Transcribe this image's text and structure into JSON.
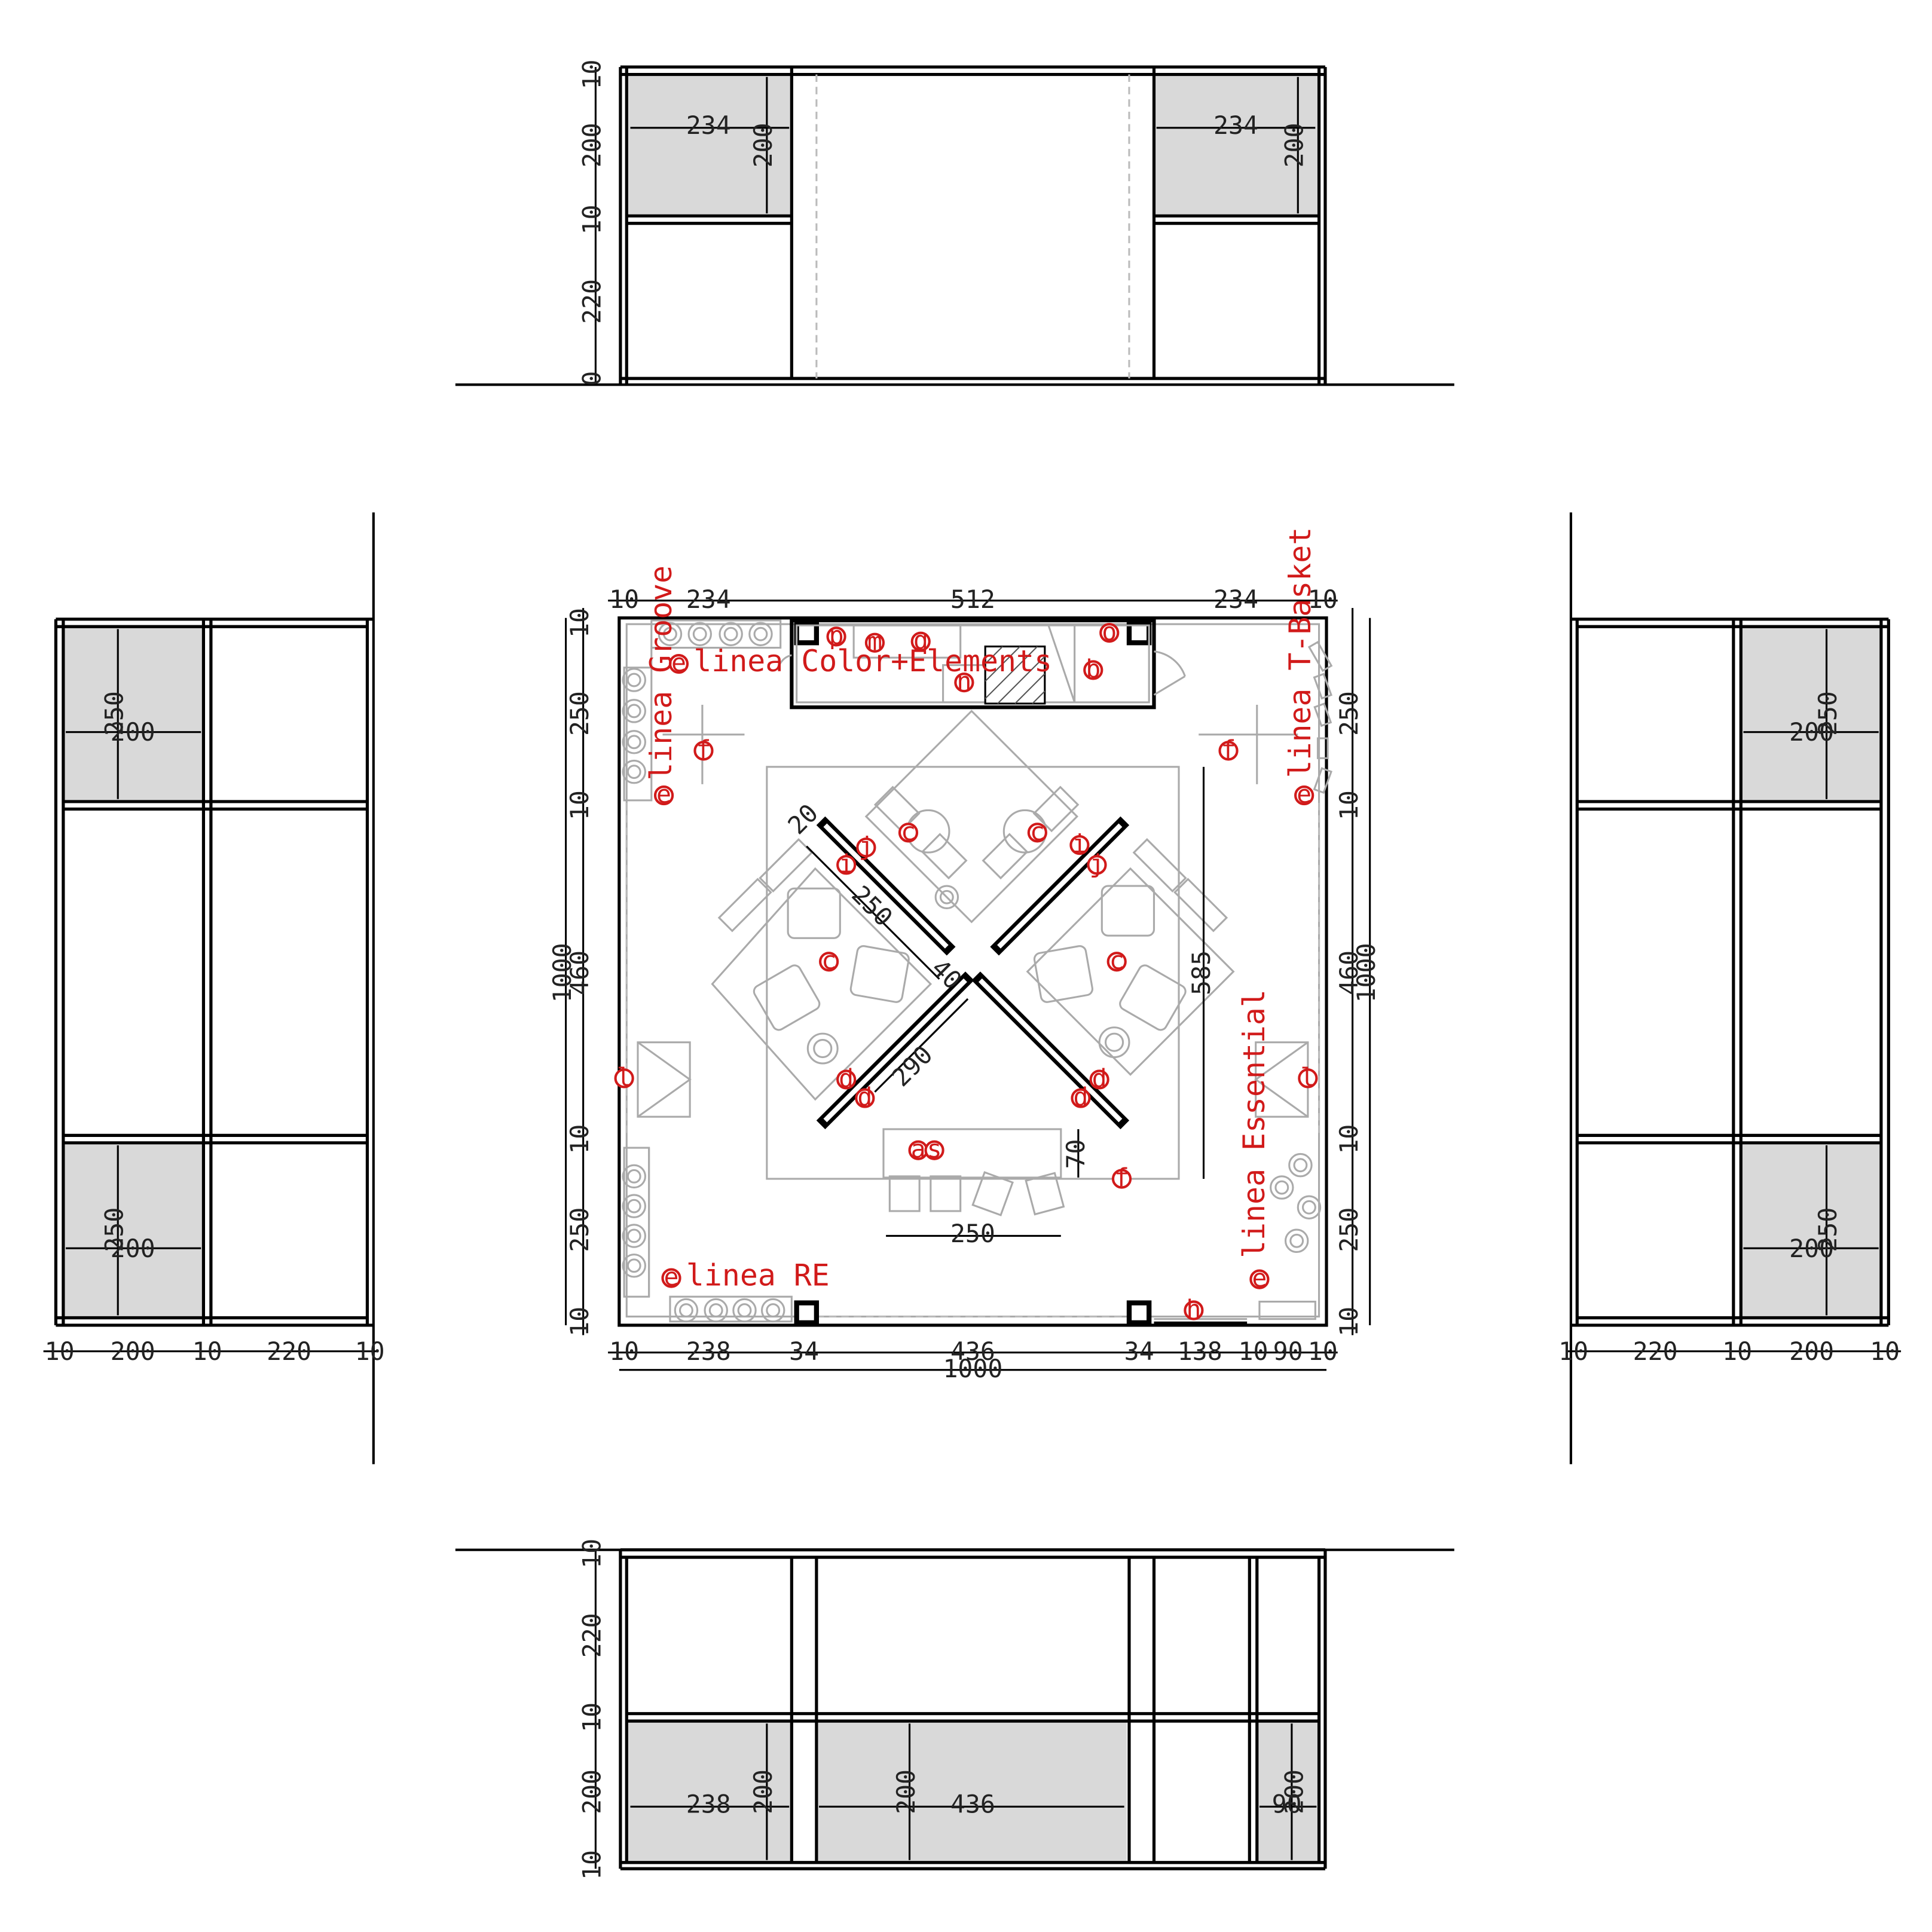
{
  "labels": {
    "e": "e",
    "p": "p",
    "m": "m",
    "q": "q",
    "n": "n",
    "o": "o",
    "b": "b",
    "f": "f",
    "c": "c",
    "i": "i",
    "j": "j",
    "d": "d",
    "l": "l",
    "a": "a",
    "s": "s",
    "h": "h"
  },
  "lines": {
    "color_elements": "linea Color+Elements",
    "groove": "linea Groove",
    "t_basket": "linea T-Basket",
    "re": "linea RE",
    "essential": "linea Essential"
  },
  "dims": {
    "top_plan": [
      "10",
      "234",
      "512",
      "234",
      "10"
    ],
    "bottom_plan_1": [
      "10",
      "238",
      "34",
      "436",
      "34",
      "138",
      "10",
      "90",
      "10"
    ],
    "bottom_plan_total": "1000",
    "left_plan": [
      "10",
      "250",
      "10",
      "460",
      "10",
      "250",
      "10"
    ],
    "left_total": "1000",
    "right_plan": [
      "250",
      "10",
      "460",
      "10",
      "250",
      "10"
    ],
    "right_total": "1000",
    "inner": {
      "d20": "20",
      "d250": "250",
      "d40": "40",
      "d290": "290",
      "d585": "585",
      "d70": "70",
      "d250b": "250"
    },
    "elev_top": {
      "w234a": "234",
      "h200a": "200",
      "w234b": "234",
      "h200b": "200",
      "v10a": "10",
      "v200": "200",
      "v10b": "10",
      "v220": "220",
      "v0": "0"
    },
    "elev_left": {
      "h250a": "250",
      "w200a": "200",
      "h250b": "250",
      "w200b": "200",
      "b10a": "10",
      "b200": "200",
      "b10b": "10",
      "b220": "220",
      "b10c": "10"
    },
    "elev_right": {
      "h250a": "250",
      "w200a": "200",
      "h250b": "250",
      "w200b": "200",
      "b10a": "10",
      "b220": "220",
      "b10b": "10",
      "b200": "200",
      "b10c": "10"
    },
    "elev_bottom": {
      "v10a": "10",
      "v220": "220",
      "v10b": "10",
      "v200": "200",
      "v10c": "10",
      "w238": "238",
      "h200a": "200",
      "h200b": "200",
      "w436": "436",
      "h200c": "200",
      "w90": "90"
    }
  }
}
